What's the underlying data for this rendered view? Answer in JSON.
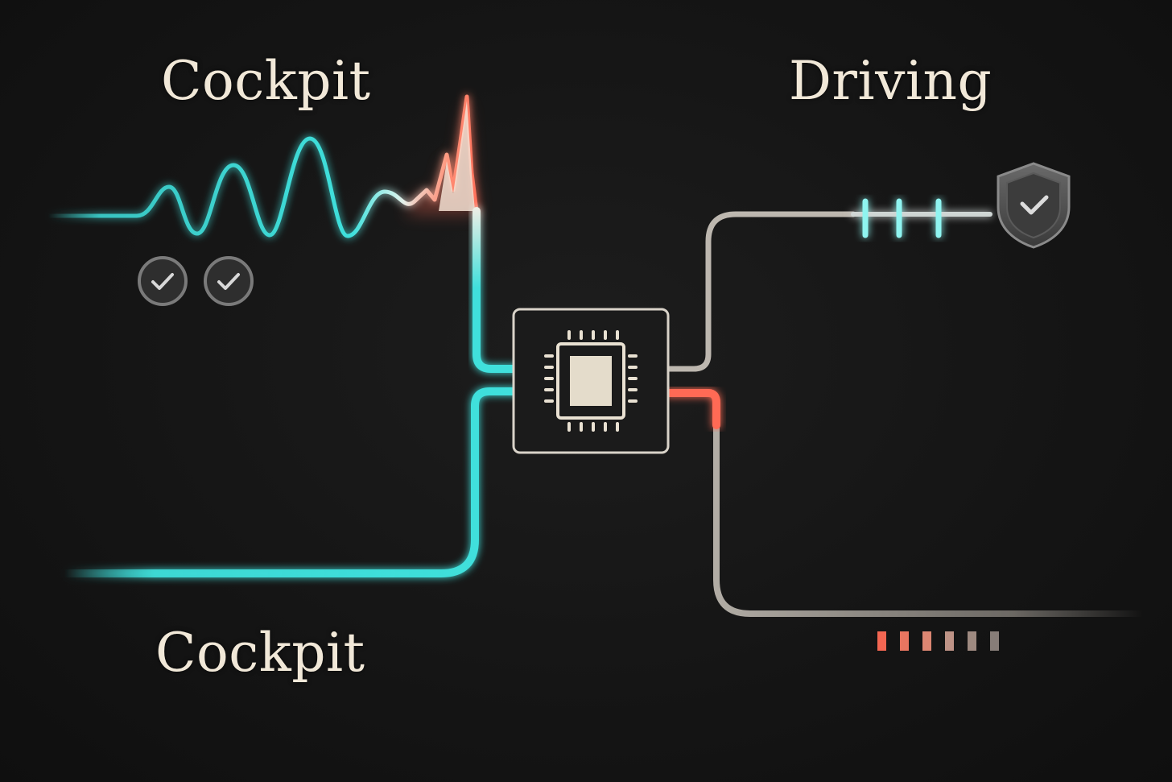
{
  "labels": {
    "cockpit_top": "Cockpit",
    "driving": "Driving",
    "cockpit_bottom": "Cockpit"
  },
  "icons": {
    "checks": [
      "check-circle-icon",
      "check-circle-icon"
    ],
    "processor": "cpu-chip-icon",
    "shield": "shield-check-icon"
  },
  "colors": {
    "background": "#141414",
    "cyan": "#3fe0dc",
    "warm_red": "#ff6a55",
    "neutral_line": "#cfc9c0",
    "label": "#f1e8d8"
  }
}
